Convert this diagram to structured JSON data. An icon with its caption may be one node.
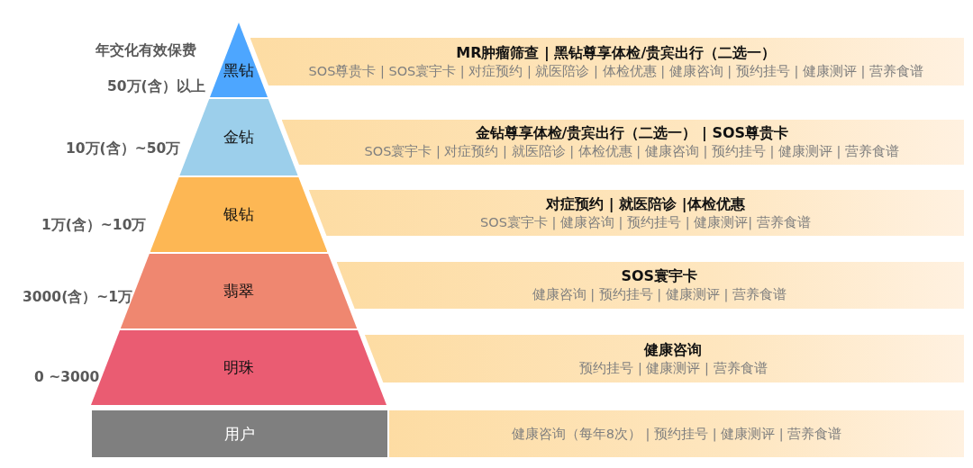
{
  "diagram": {
    "nodes": [
      {
        "text": [
          "黑钻"
        ]
      },
      {
        "text": [
          "MR肿瘤筛查 | 黑钻尊享体检/贵宾出行（二选一）",
          "SOS尊贵卡 | SOS寰宇卡 | 对症预约 | 就医陪诊 | 体检优惠 | 健康咨询 | 预约挂号 | 健康测评 | 营养食谱"
        ]
      },
      {
        "text": [
          "金钻"
        ]
      },
      {
        "text": [
          "金钻尊享体检/贵宾出行（二选一） | SOS尊贵卡",
          "SOS寰宇卡 | 对症预约 | 就医陪诊 | 体检优惠 | 健康咨询 | 预约挂号 | 健康测评 | 营养食谱"
        ]
      },
      {
        "text": [
          "银钻"
        ]
      },
      {
        "text": [
          "对症预约 | 就医陪诊 |体检优惠",
          "SOS寰宇卡 | 健康咨询 | 预约挂号 | 健康测评| 营养食谱"
        ]
      },
      {
        "text": [
          "翡翠"
        ]
      },
      {
        "text": [
          "SOS寰宇卡",
          "健康咨询 | 预约挂号 | 健康测评 | 营养食谱"
        ]
      },
      {
        "text": [
          "明珠"
        ]
      },
      {
        "text": [
          "健康咨询",
          "预约挂号 | 健康测评 | 营养食谱"
        ]
      },
      {
        "text": [
          "用户"
        ]
      },
      {
        "text": [
          "健康咨询（每年8次） | 预约挂号 | 健康测评 | 营养食谱"
        ]
      }
    ],
    "labels": [
      "年交化有效保费",
      "50万(含）以上",
      "10万(含）~50万",
      "1万(含）~10万",
      "3000(含）~1万",
      "0 ~3000"
    ]
  }
}
